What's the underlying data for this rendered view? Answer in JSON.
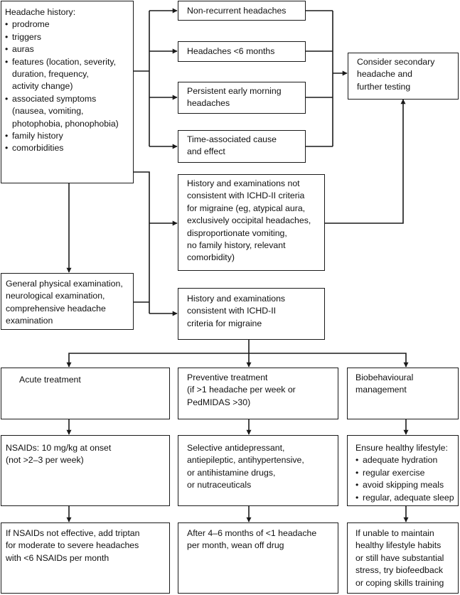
{
  "history": {
    "title": "Headache history:",
    "items": [
      "prodrome",
      "triggers",
      "auras",
      "features (location, severity,\nduration, frequency,\nactivity change)",
      "associated symptoms\n(nausea, vomiting,\nphotophobia, phonophobia)",
      "family history",
      "comorbidities"
    ]
  },
  "nonrecurrent": "Non-recurrent headaches",
  "lt6months": "Headaches <6 months",
  "morning": "Persistent early morning\nheadaches",
  "timeassoc": "Time-associated cause\nand effect",
  "secondary": "Consider secondary\nheadache and\nfurther testing",
  "notconsistent": "History and examinations not\nconsistent with ICHD-II criteria\nfor migraine (eg, atypical aura,\nexclusively occipital headaches,\ndisproportionate vomiting,\nno family history, relevant\ncomorbidity)",
  "physical": "General physical examination,\nneurological examination,\ncomprehensive headache\nexamination",
  "consistent": "History and examinations\nconsistent with ICHD-II\ncriteria for migraine",
  "acute": "Acute treatment",
  "preventive": "Preventive treatment\n(if >1 headache per week or\nPedMIDAS >30)",
  "biobehav": "Biobehavioural\nmanagement",
  "nsaids": "NSAIDs: 10 mg/kg at onset\n(not >2–3 per week)",
  "selective": "Selective antidepressant,\nantiepileptic, antihypertensive,\nor antihistamine drugs,\nor nutraceuticals",
  "lifestyle": {
    "title": "Ensure healthy lifestyle:",
    "items": [
      "adequate hydration",
      "regular exercise",
      "avoid skipping meals",
      "regular, adequate sleep"
    ]
  },
  "triptan": "If NSAIDs not effective, add triptan\nfor moderate to severe headaches\nwith <6 NSAIDs per month",
  "weanoff": "After 4–6 months of <1 headache\nper month, wean off drug",
  "biofeedback": "If unable to maintain\nhealthy lifestyle habits\nor still have substantial\nstress, try biofeedback\nor coping skills training"
}
